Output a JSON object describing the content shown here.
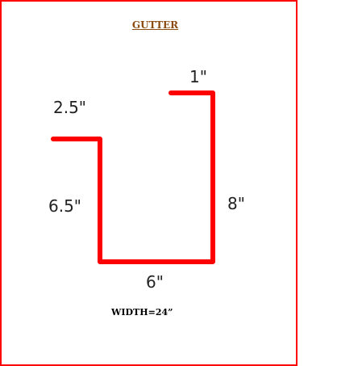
{
  "title": "GUTTER",
  "segments": [
    {
      "label": "2.5\""
    },
    {
      "label": "6.5\""
    },
    {
      "label": "6\""
    },
    {
      "label": "8\""
    },
    {
      "label": "1\""
    }
  ],
  "width_note": "WIDTH=24”",
  "colors": {
    "frame": "#ff0000",
    "profile": "#ff0000",
    "title": "#8b4a0e"
  }
}
